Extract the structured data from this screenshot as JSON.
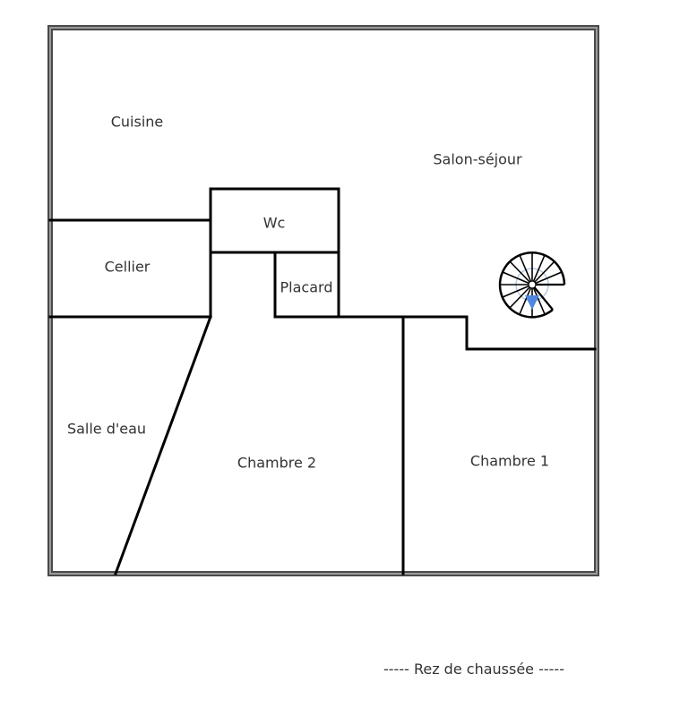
{
  "plan": {
    "title": "Rez de chaussée",
    "caption": "-----  Rez de chaussée  -----",
    "colors": {
      "wall": "#000000",
      "outer_wall_edge": "#4a4a4a",
      "outer_wall_core": "#9a9a9a",
      "stair_lines": "#000000",
      "stair_steps": "#b8c8e0",
      "stair_arrow": "#4f86e0",
      "text": "#333333"
    },
    "rooms": [
      {
        "id": "cuisine",
        "label": "Cuisine"
      },
      {
        "id": "salon",
        "label": "Salon-séjour"
      },
      {
        "id": "wc",
        "label": "Wc"
      },
      {
        "id": "cellier",
        "label": "Cellier"
      },
      {
        "id": "placard",
        "label": "Placard"
      },
      {
        "id": "salle-deau",
        "label": "Salle d'eau"
      },
      {
        "id": "chambre-2",
        "label": "Chambre 2"
      },
      {
        "id": "chambre-1",
        "label": "Chambre 1"
      }
    ],
    "staircase": {
      "type": "spiral",
      "label": ""
    }
  }
}
